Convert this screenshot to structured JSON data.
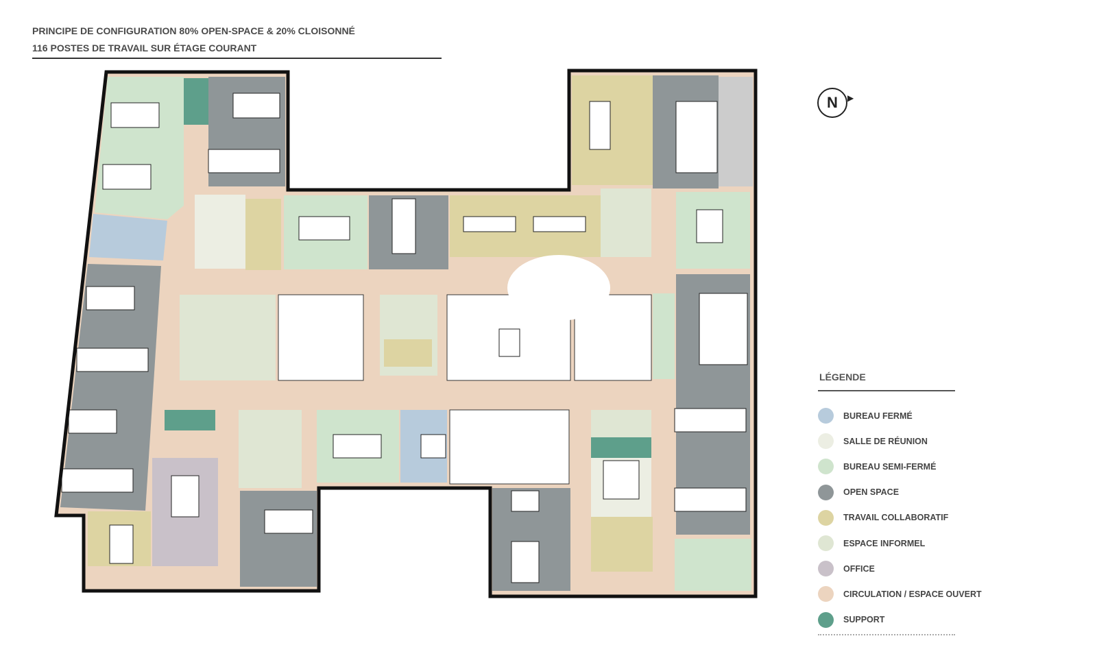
{
  "header": {
    "line1": "PRINCIPE DE CONFIGURATION 80% OPEN-SPACE & 20% CLOISONNÉ",
    "line2": "116 POSTES DE TRAVAIL SUR ÉTAGE COURANT"
  },
  "compass": {
    "label": "N"
  },
  "legend": {
    "title": "LÉGENDE",
    "items": [
      {
        "label": "BUREAU FERMÉ",
        "color": "#b7cbdc"
      },
      {
        "label": "SALLE DE RÉUNION",
        "color": "#eceee3"
      },
      {
        "label": "BUREAU SEMI-FERMÉ",
        "color": "#cfe4cd"
      },
      {
        "label": "OPEN SPACE",
        "color": "#8f9698"
      },
      {
        "label": "TRAVAIL COLLABORATIF",
        "color": "#ddd4a2"
      },
      {
        "label": "ESPACE INFORMEL",
        "color": "#dfe6d3"
      },
      {
        "label": "OFFICE",
        "color": "#c9c1c9"
      },
      {
        "label": "CIRCULATION / ESPACE OUVERT",
        "color": "#ecd4bf"
      },
      {
        "label": "SUPPORT",
        "color": "#5e9f8b"
      }
    ]
  }
}
